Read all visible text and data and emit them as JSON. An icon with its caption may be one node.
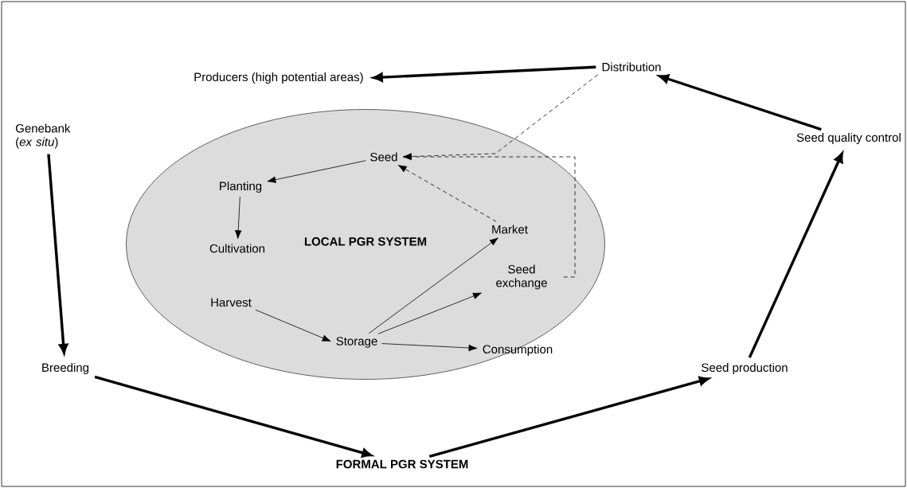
{
  "diagram": {
    "nodes": [
      {
        "text": [
          "Producers (high potential areas)"
        ]
      },
      {
        "text": [
          "Distribution"
        ]
      },
      {
        "text": [
          "Genebank (*ex situ*)"
        ]
      },
      {
        "text": [
          "Seed quality control"
        ]
      },
      {
        "text": [
          "LOCAL PGR SYSTEM"
        ]
      },
      {
        "text": [
          "Seed"
        ],
        "in": 4
      },
      {
        "text": [
          "Planting"
        ],
        "in": 4
      },
      {
        "text": [
          "Cultivation"
        ],
        "in": 4
      },
      {
        "text": [
          "Market"
        ],
        "in": 4
      },
      {
        "text": [
          "Seed exchange"
        ],
        "in": 4
      },
      {
        "text": [
          "Harvest"
        ],
        "in": 4
      },
      {
        "text": [
          "Storage"
        ],
        "in": 4
      },
      {
        "text": [
          "Consumption"
        ],
        "in": 4
      },
      {
        "text": [
          "Breeding"
        ]
      },
      {
        "text": [
          "Seed production"
        ]
      },
      {
        "text": [
          "FORMAL PGR SYSTEM"
        ]
      }
    ],
    "edges": [
      {
        "from": 1,
        "to": 0,
        "arrow": "to",
        "style": "thick"
      },
      {
        "from": 3,
        "to": 1,
        "arrow": "to",
        "style": "thick"
      },
      {
        "from": 14,
        "to": 3,
        "arrow": "to",
        "style": "thick"
      },
      {
        "from": 15,
        "to": 14,
        "arrow": "to",
        "style": "thick"
      },
      {
        "from": 13,
        "to": 15,
        "arrow": "to",
        "style": "thick"
      },
      {
        "from": 2,
        "to": 13,
        "arrow": "to",
        "style": "thick"
      },
      {
        "from": 1,
        "to": 5,
        "arrow": "to",
        "style": "dashed"
      },
      {
        "from": 9,
        "to": 5,
        "arrow": "to",
        "style": "dashed"
      },
      {
        "from": 8,
        "to": 5,
        "arrow": "to",
        "style": "dashed"
      },
      {
        "from": 5,
        "to": 6,
        "arrow": "to"
      },
      {
        "from": 6,
        "to": 7,
        "arrow": "to"
      },
      {
        "from": 10,
        "to": 11,
        "arrow": "to"
      },
      {
        "from": 11,
        "to": 8,
        "arrow": "to"
      },
      {
        "from": 11,
        "to": 9,
        "arrow": "to"
      },
      {
        "from": 11,
        "to": 12,
        "arrow": "to"
      }
    ]
  }
}
